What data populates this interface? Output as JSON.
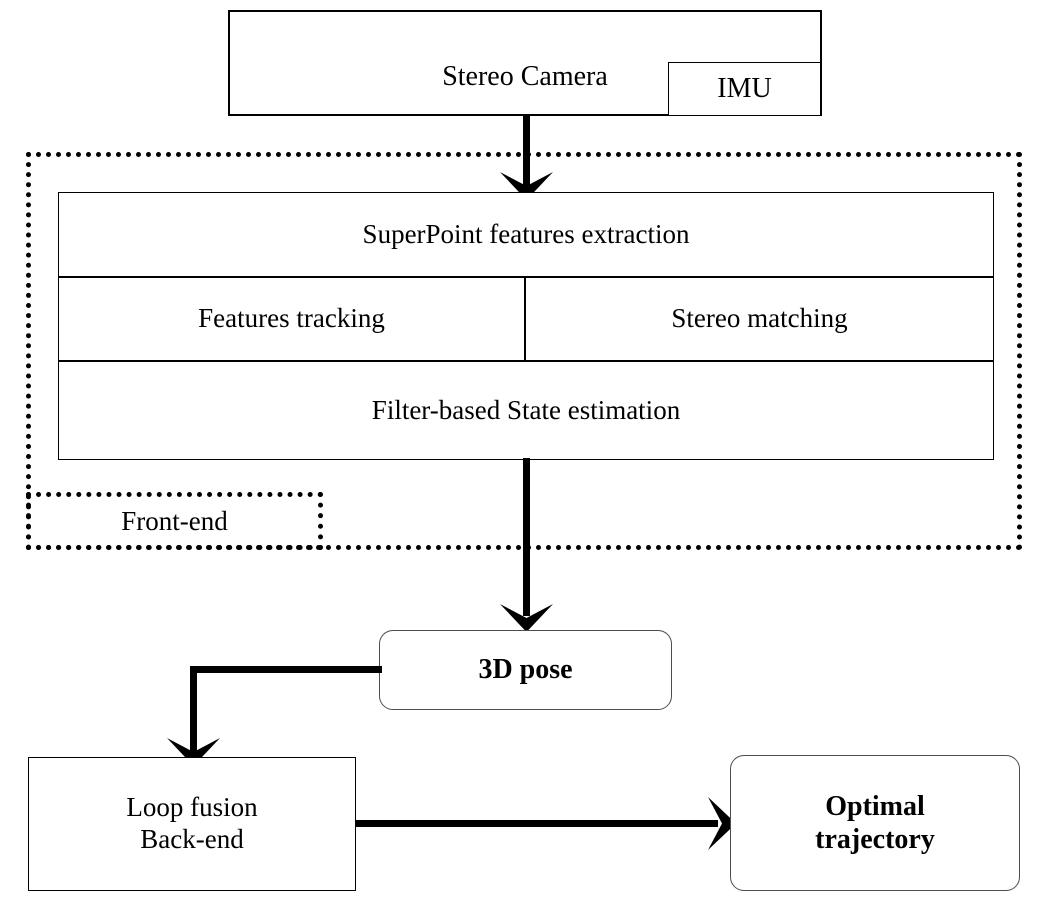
{
  "diagram": {
    "title": "Stereo visual-inertial SLAM system pipeline",
    "colors": {
      "stroke": "#000000",
      "rounded_stroke": "#4d4d4d",
      "background": "#ffffff"
    },
    "nodes": {
      "stereo_camera": "Stereo Camera",
      "imu": "IMU",
      "superpoint": "SuperPoint features extraction",
      "features_tracking": "Features tracking",
      "stereo_matching": "Stereo matching",
      "state_estimation": "Filter-based State estimation",
      "front_end": "Front-end",
      "pose_3d": "3D pose",
      "loop_fusion": "Loop fusion",
      "back_end": "Back-end",
      "optimal": "Optimal",
      "trajectory": "trajectory"
    },
    "edges": [
      {
        "name": "camera-to-frontend",
        "from": "Stereo Camera",
        "to": "SuperPoint features extraction",
        "style": "solid-arrow-down"
      },
      {
        "name": "state-to-pose",
        "from": "Filter-based State estimation",
        "to": "3D pose",
        "style": "solid-arrow-down"
      },
      {
        "name": "pose-to-loop",
        "from": "3D pose",
        "to": "Loop fusion Back-end",
        "style": "elbow-arrow-down"
      },
      {
        "name": "loop-to-optimal",
        "from": "Loop fusion Back-end",
        "to": "Optimal trajectory",
        "style": "solid-arrow-right"
      }
    ]
  }
}
